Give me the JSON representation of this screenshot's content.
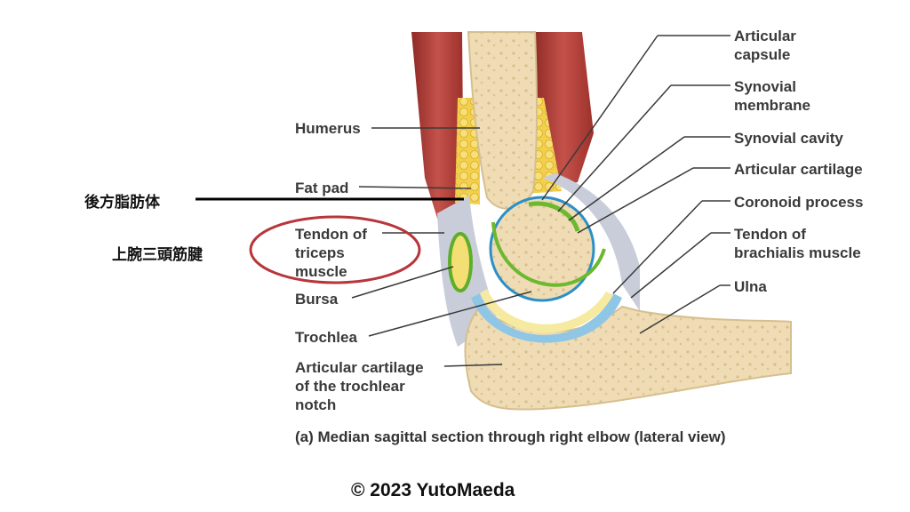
{
  "labels_left": {
    "humerus": "Humerus",
    "fat_pad": "Fat pad",
    "tendon_triceps": "Tendon of\ntriceps\nmuscle",
    "bursa": "Bursa",
    "trochlea": "Trochlea",
    "articular_cartilage_notch": "Articular cartilage\nof the trochlear\nnotch"
  },
  "labels_right": {
    "articular_capsule": "Articular\ncapsule",
    "synovial_membrane": "Synovial\nmembrane",
    "synovial_cavity": "Synovial cavity",
    "articular_cartilage": "Articular cartilage",
    "coronoid_process": "Coronoid process",
    "tendon_brachialis": "Tendon of\nbrachialis muscle",
    "ulna": "Ulna"
  },
  "japanese_annotations": {
    "fat_pad_jp": "後方脂肪体",
    "triceps_tendon_jp": "上腕三頭筋腱"
  },
  "caption": "(a) Median sagittal section through right elbow (lateral view)",
  "copyright": "© 2023 YutoMaeda",
  "colors": {
    "muscle": "#b8423c",
    "bone": "#f1e2bf",
    "fat": "#f3d35a",
    "cartilage": "#8fc6e6",
    "synovial": "#7dbb3c",
    "highlight_ellipse": "#b8353b"
  }
}
